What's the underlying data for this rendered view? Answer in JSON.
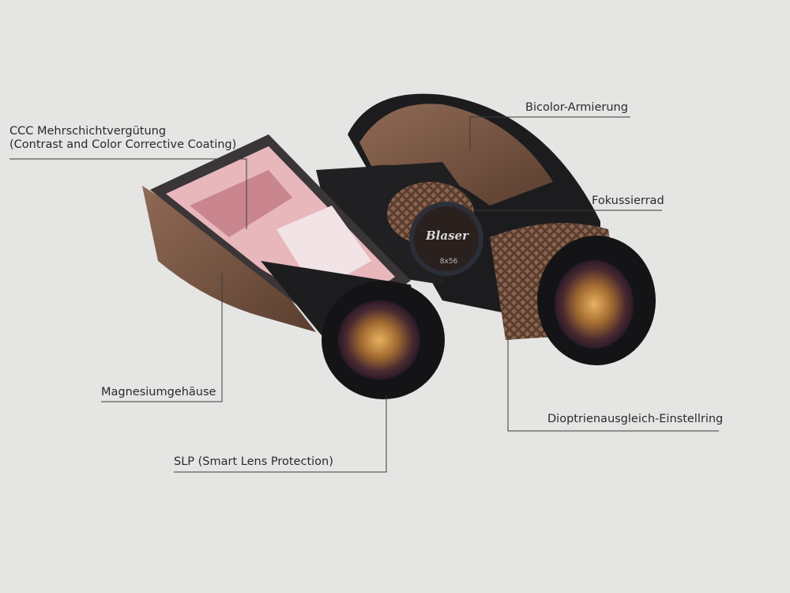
{
  "product": {
    "brand_logo": "Blaser",
    "model_marking": "8x56"
  },
  "annotations": {
    "coating_line1": "CCC Mehrschichtvergütung",
    "coating_line2": "(Contrast and Color Corrective Coating)",
    "armor": "Bicolor-Armierung",
    "focus_wheel": "Fokussierrad",
    "housing": "Magnesiumgehäuse",
    "lens_protection": "SLP (Smart Lens Protection)",
    "diopter_ring": "Dioptrienausgleich-Einstellring"
  },
  "colors": {
    "background": "#e5e5e4",
    "armor_brown": "#7a5540",
    "body_black": "#1b1b1d",
    "lens_amber": "#b8823f",
    "cutaway_pink": "#e7b7bc",
    "leader_line": "#3a3a3a"
  }
}
